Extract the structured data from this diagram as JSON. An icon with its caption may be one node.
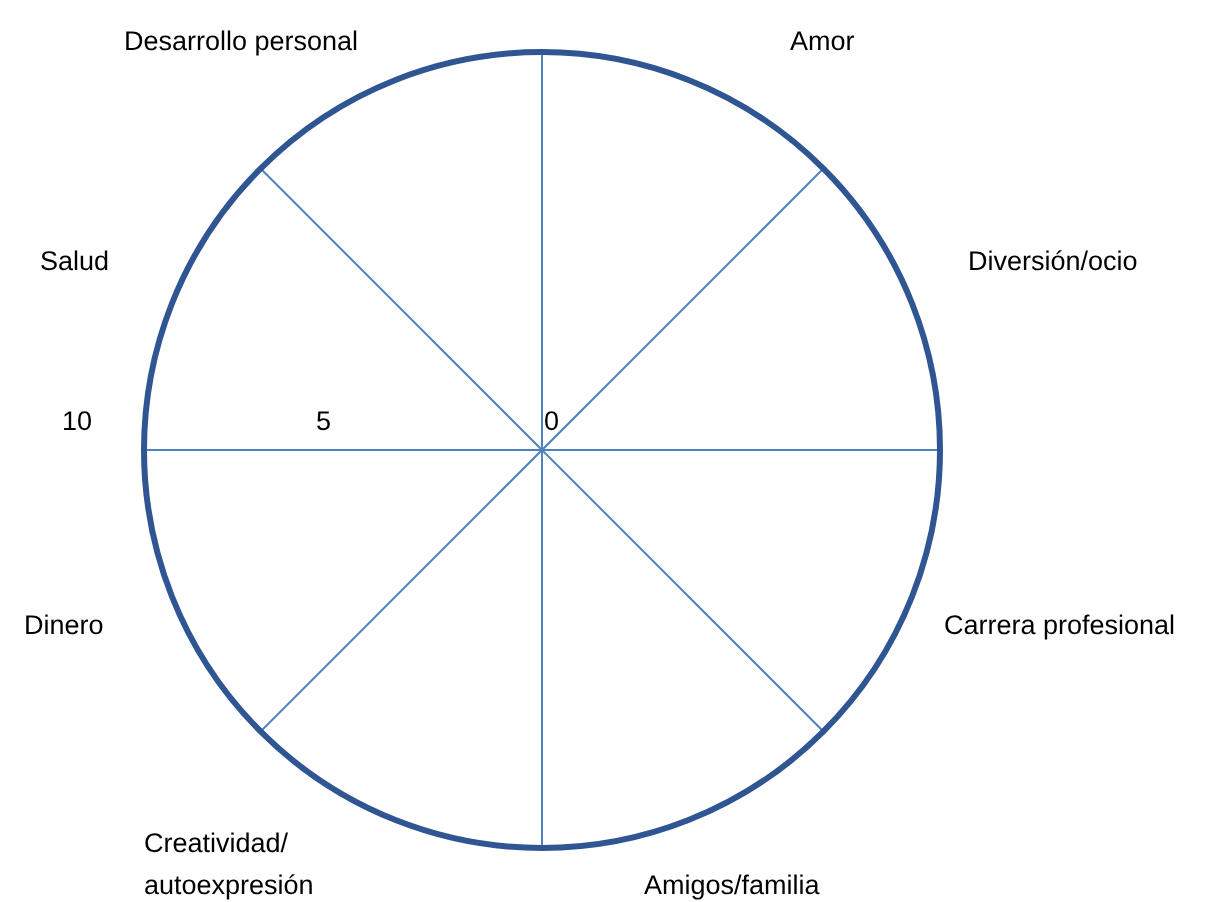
{
  "diagram": {
    "labels": [
      "Desarrollo personal",
      "Amor",
      "Salud",
      "Diversión/ocio",
      "10",
      "5",
      "0",
      "Dinero",
      "Carrera profesional",
      "Creatividad/ autoexpresión",
      "Amigos/familia"
    ]
  }
}
